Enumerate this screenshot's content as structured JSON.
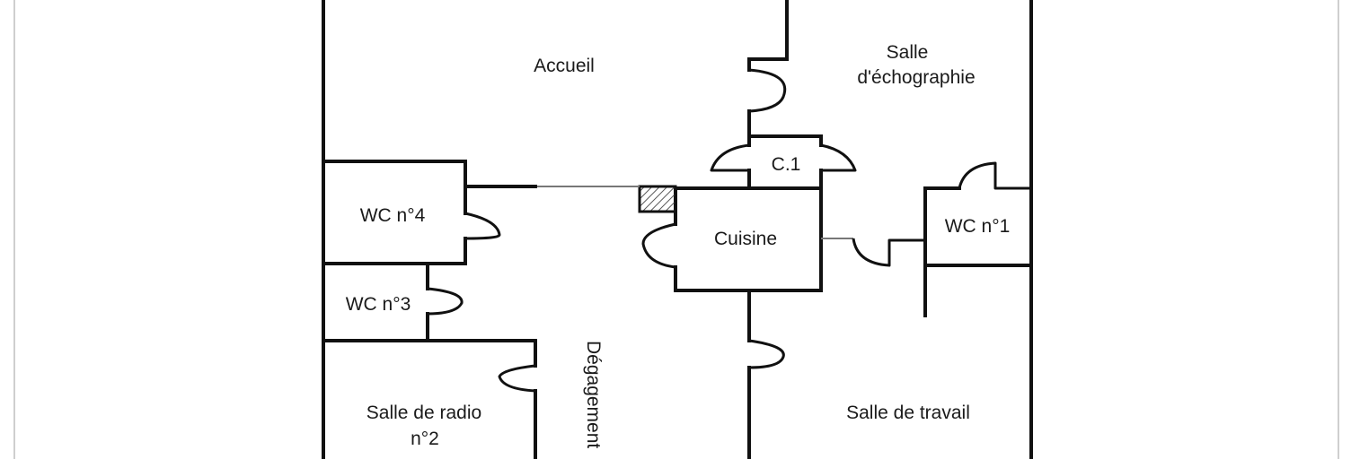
{
  "rooms": {
    "accueil": "Accueil",
    "echo_line1": "Salle",
    "echo_line2": "d'échographie",
    "c1": "C.1",
    "wc4": "WC n°4",
    "cuisine": "Cuisine",
    "wc1": "WC n°1",
    "wc3": "WC n°3",
    "radio_line1": "Salle de radio",
    "radio_line2": "n°2",
    "degagement": "Dégagement",
    "travail": "Salle de travail"
  },
  "colors": {
    "wall": "#111111",
    "text": "#1a1a1a",
    "background": "#ffffff"
  }
}
